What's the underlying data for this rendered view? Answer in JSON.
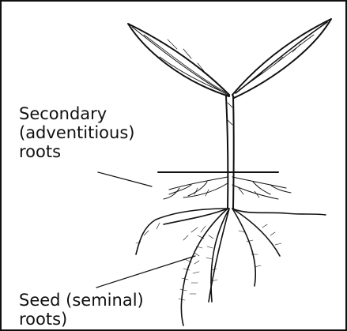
{
  "labels": {
    "secondary_roots": [
      "Secondary",
      "(adventitious)",
      "roots"
    ],
    "seed_roots": [
      "Seed (seminal)",
      "roots)"
    ]
  }
}
